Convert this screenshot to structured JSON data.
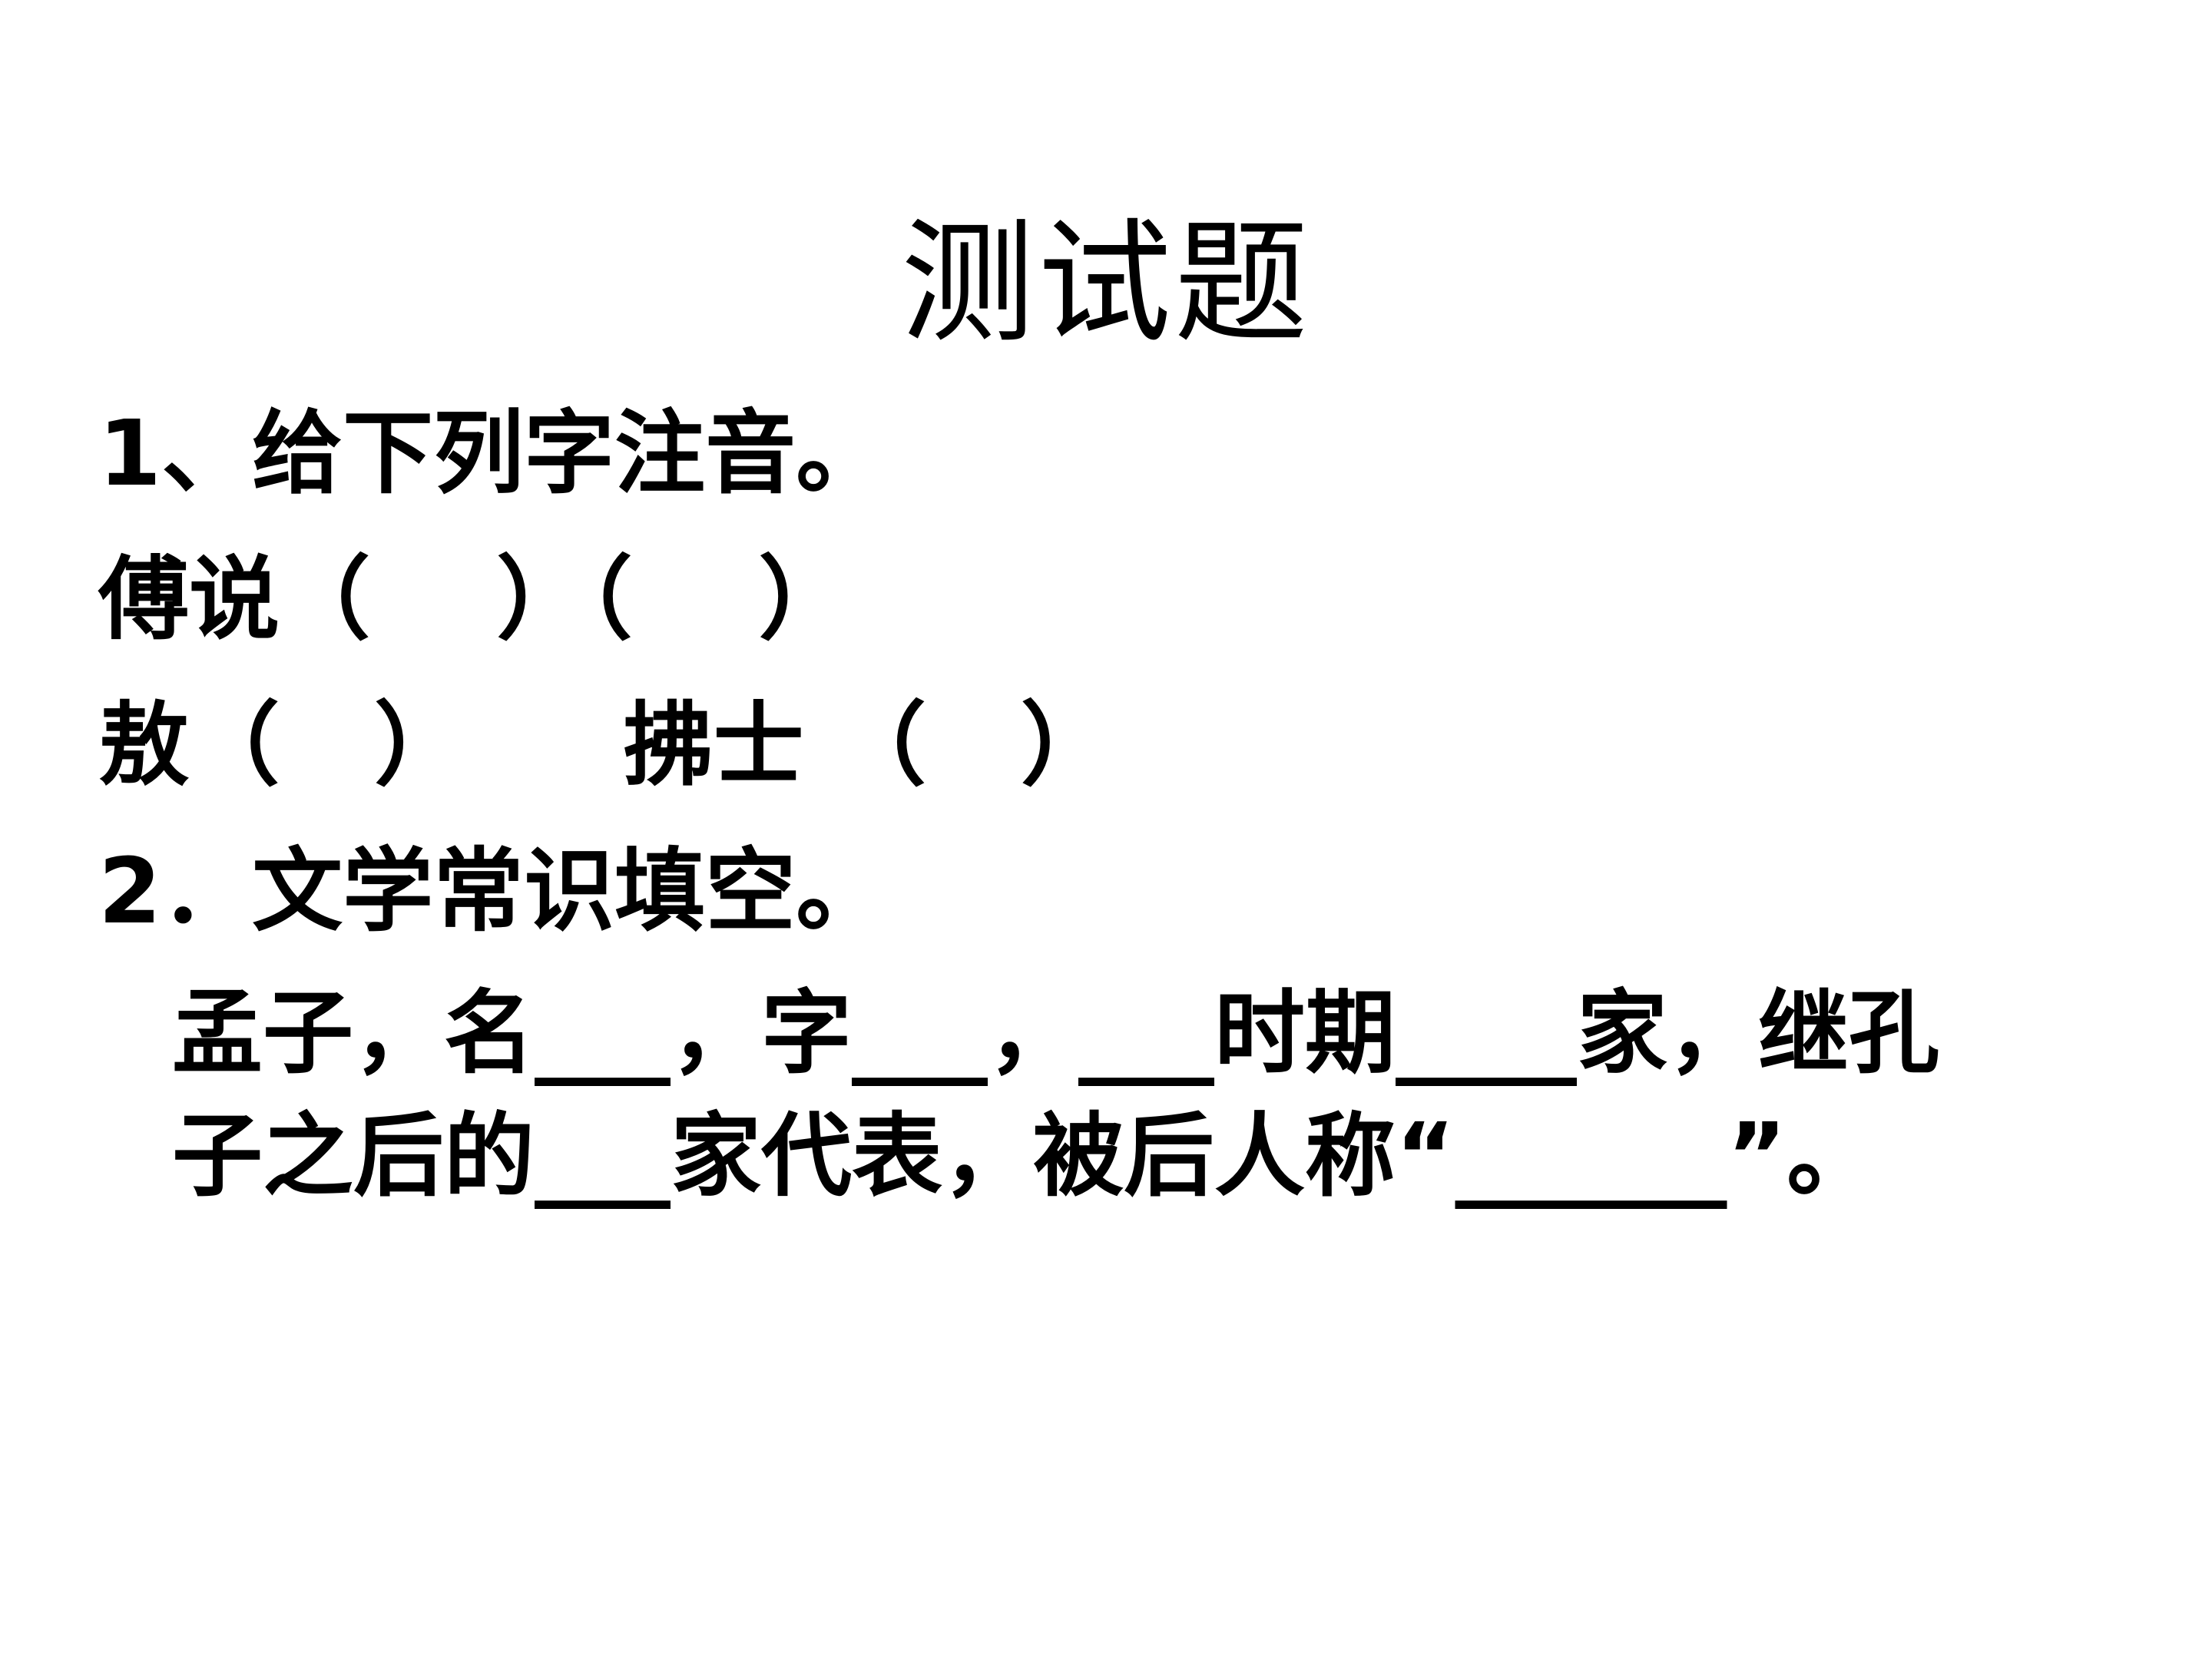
{
  "title": "测试题",
  "question1": {
    "heading": "1、给下列字注音。",
    "line1": "傅说（    ）（    ）",
    "line2": "敖（   ）     拂士 （   ）"
  },
  "question2": {
    "heading": "2．文学常识填空。",
    "line1": "孟子，名___，字___，___时期____家，继孔",
    "line2": "子之后的___家代表，被后人称“______”。"
  }
}
